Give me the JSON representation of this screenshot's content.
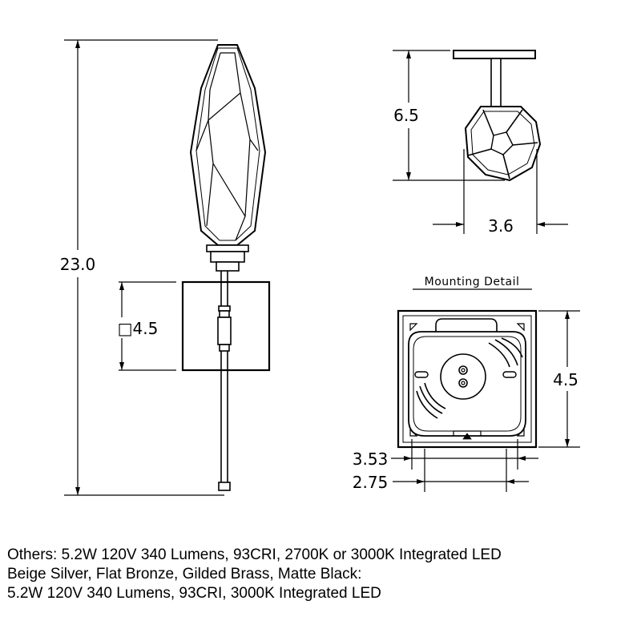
{
  "dimensions": {
    "overall_height": "23.0",
    "backplate": "□4.5",
    "projection": "6.5",
    "shade_width": "3.6",
    "plate_height": "4.5",
    "slot_outer": "3.53",
    "slot_inner": "2.75"
  },
  "mounting_detail_caption": "Mounting Detail",
  "notes": [
    "Others: 5.2W 120V 340 Lumens, 93CRI, 2700K or 3000K Integrated LED",
    "Beige Silver, Flat Bronze, Gilded Brass, Matte Black:",
    "5.2W 120V 340 Lumens, 93CRI, 3000K Integrated LED"
  ]
}
